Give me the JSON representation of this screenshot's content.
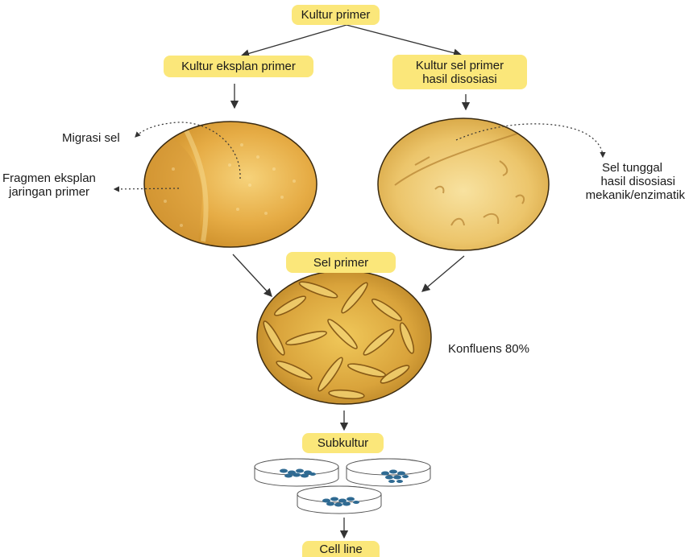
{
  "nodes": {
    "root": "Kultur primer",
    "explant": "Kultur eksplan primer",
    "dissociated_line1": "Kultur sel primer",
    "dissociated_line2": "hasil disosiasi",
    "primary_cells": "Sel primer",
    "subculture": "Subkultur",
    "cell_line": "Cell line"
  },
  "annotations": {
    "cell_migration": "Migrasi sel",
    "explant_fragment_line1": "Fragmen eksplan",
    "explant_fragment_line2": "jaringan primer",
    "single_cell_line1": "Sel tunggal",
    "single_cell_line2": "hasil disosiasi",
    "single_cell_line3": "mekanik/enzimatik",
    "confluence": "Konfluens 80%"
  },
  "colors": {
    "label_fill": "#fbe77a",
    "micrograph_light": "#f3cd73",
    "micrograph_dark": "#b7801e",
    "dish_cells": "#2f6a92",
    "arrow": "#333333"
  }
}
